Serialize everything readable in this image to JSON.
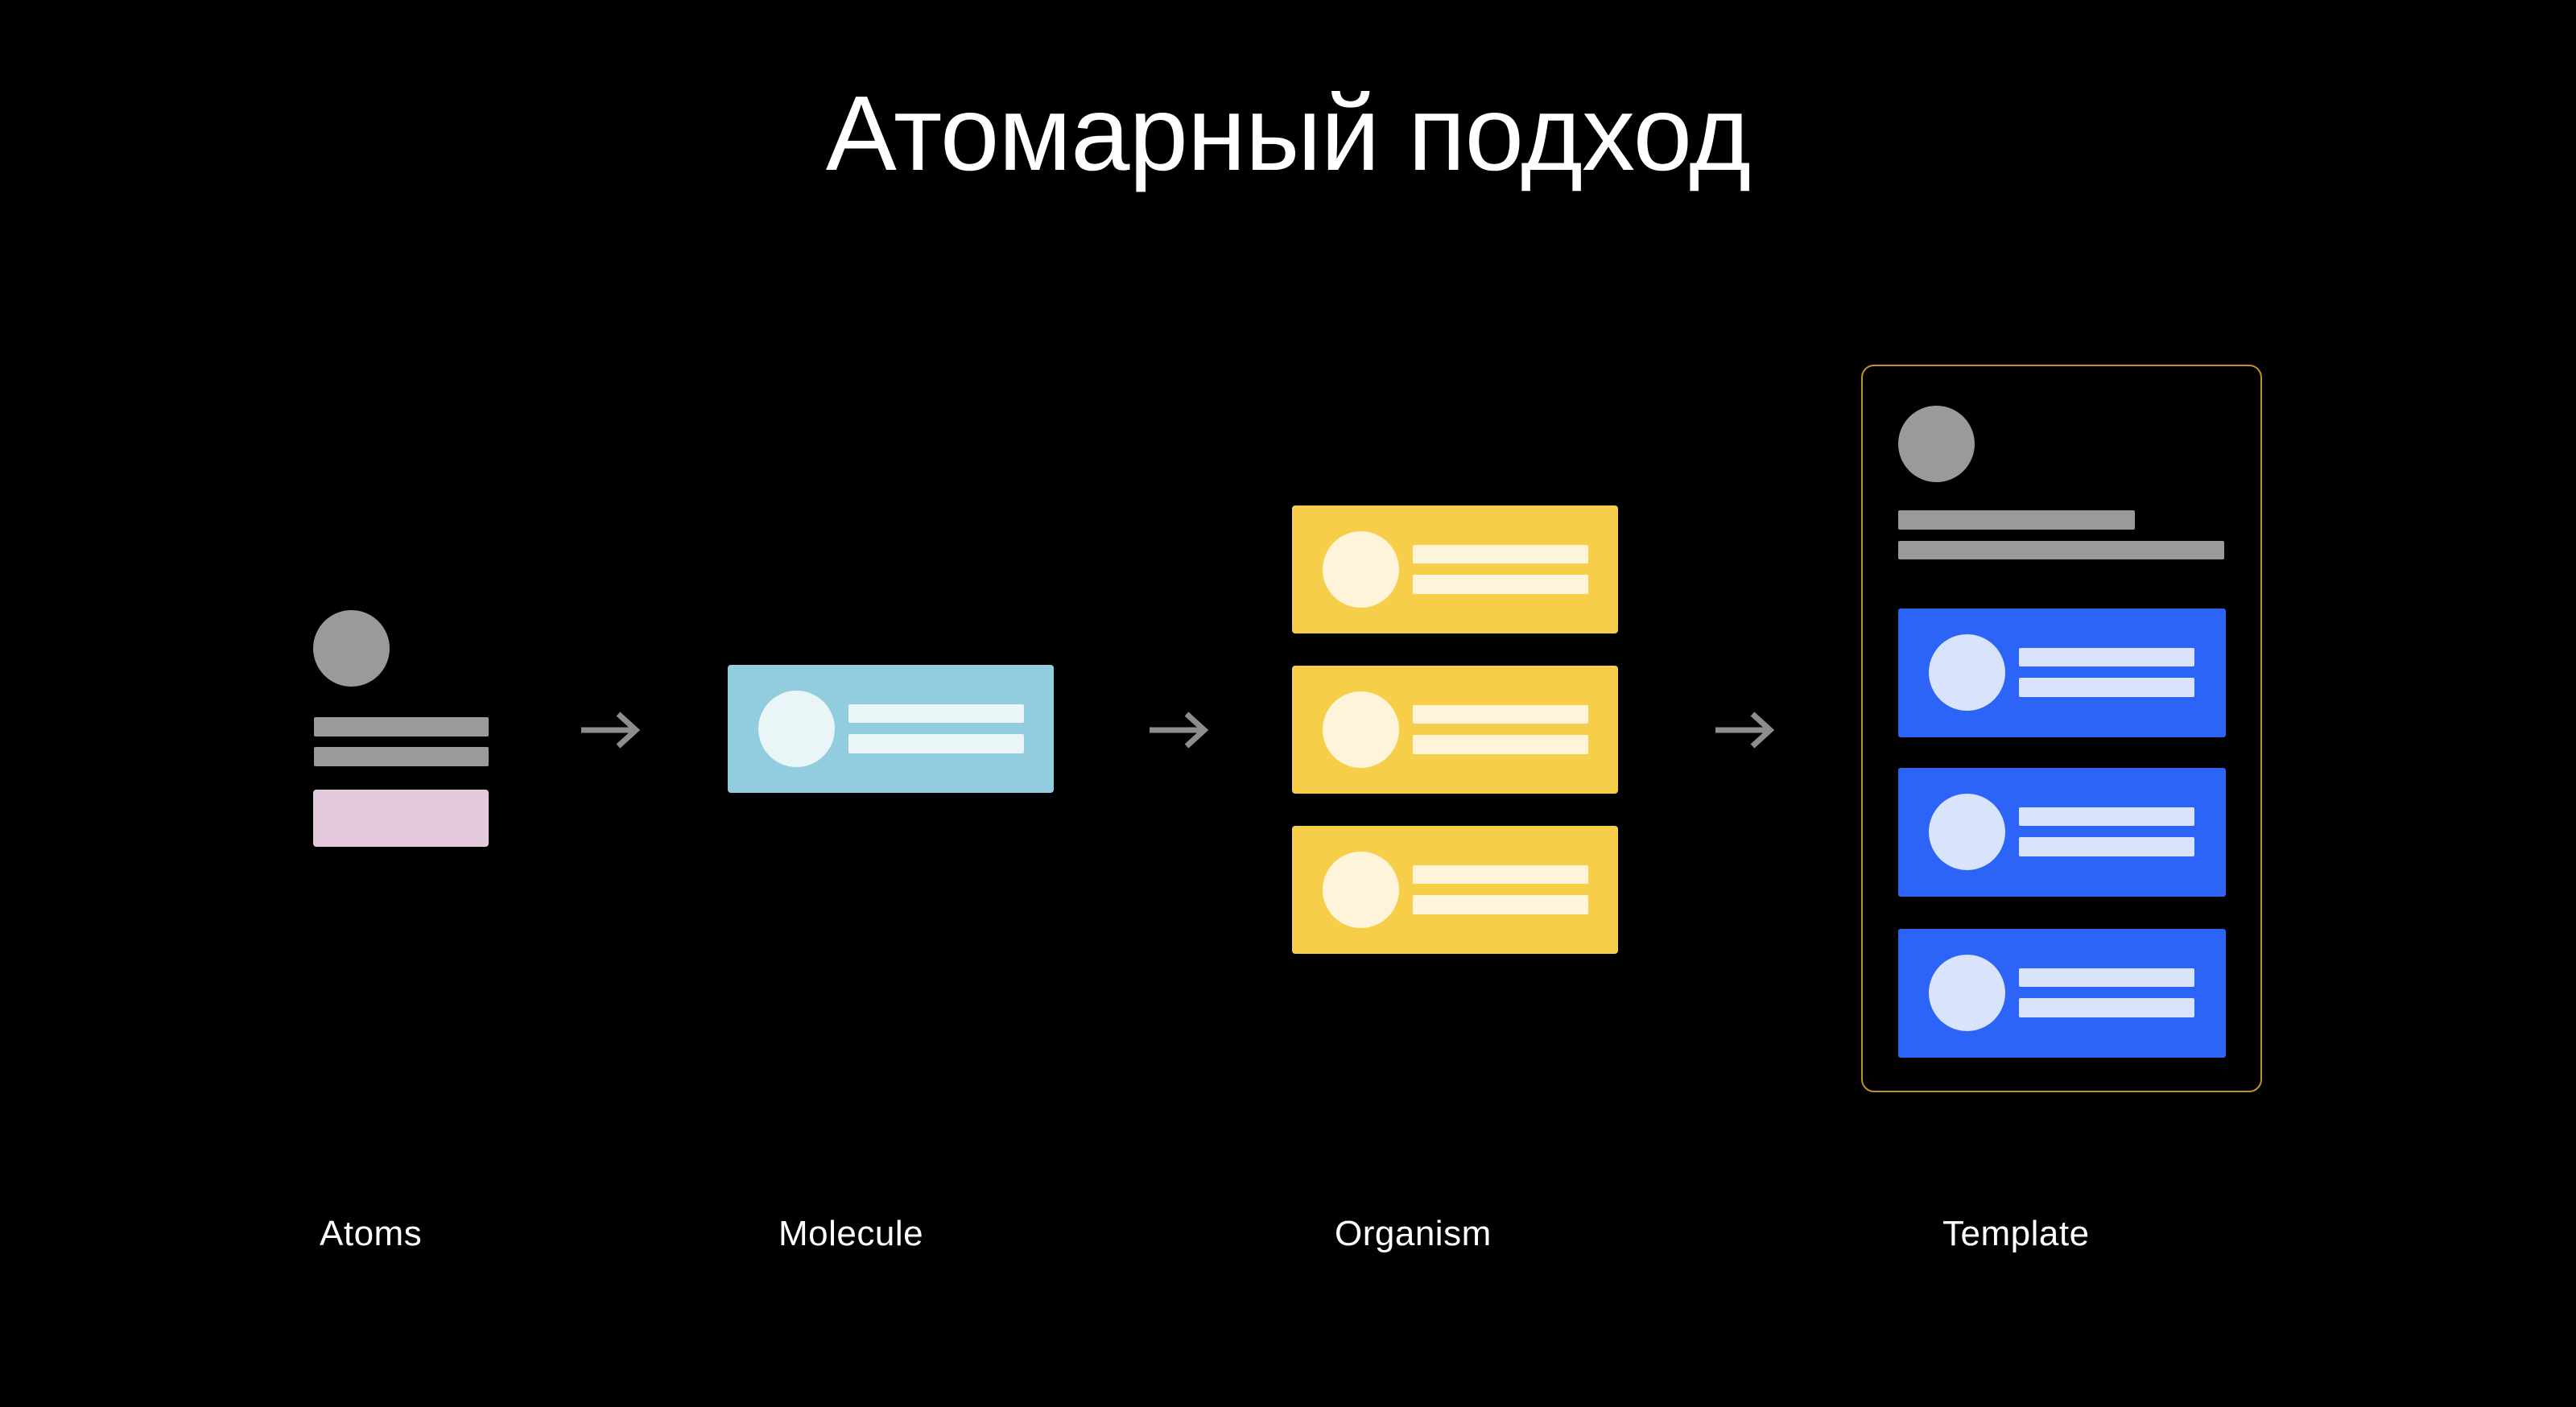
{
  "slide": {
    "title": "Атомарный подход"
  },
  "stages": [
    {
      "id": "atoms",
      "label": "Atoms"
    },
    {
      "id": "molecule",
      "label": "Molecule"
    },
    {
      "id": "organism",
      "label": "Organism",
      "card_count": 3
    },
    {
      "id": "template",
      "label": "Template",
      "card_count": 3
    }
  ],
  "arrows": {
    "count": 3,
    "icon": "right-arrow-icon"
  },
  "colors": {
    "background": "#000000",
    "title_text": "#ffffff",
    "label_text": "#ffffff",
    "atom_gray": "#9a9a9a",
    "atom_pink": "#e5cade",
    "arrow_gray": "#8d8d8d",
    "molecule_blue": "#92ccdf",
    "molecule_light": "#eaf5f8",
    "organism_yellow": "#f7ce4a",
    "organism_cream": "#fdf4d9",
    "template_blue": "#2b64f6",
    "template_blue_light": "#d9e3fb",
    "template_frame_gold": "#bf9230"
  }
}
